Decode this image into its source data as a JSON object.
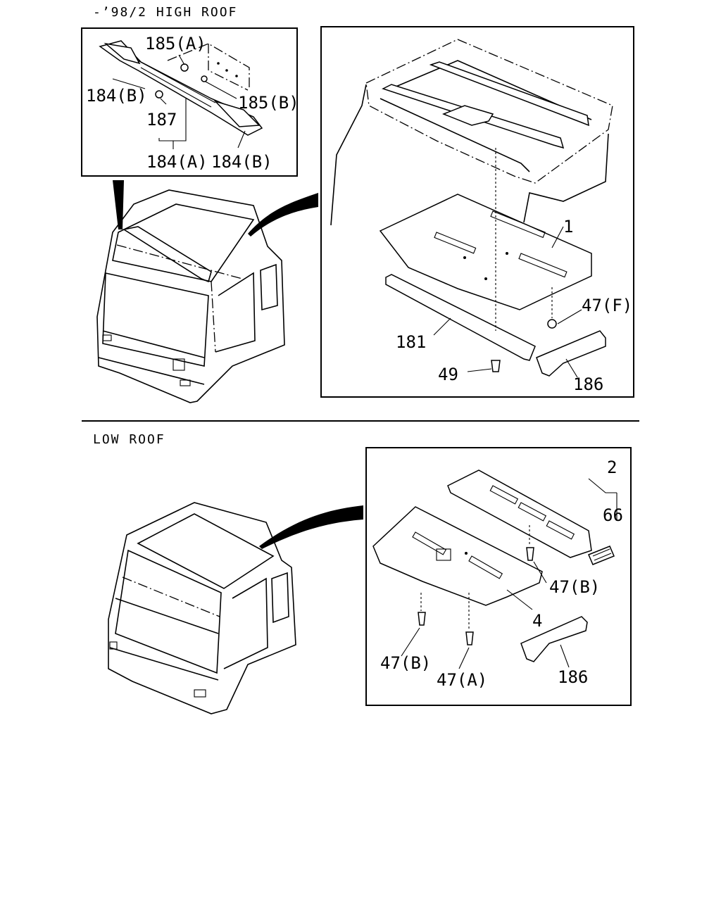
{
  "sections": {
    "high_roof_title": "-’98/2 HIGH ROOF",
    "low_roof_title": "LOW ROOF"
  },
  "callouts": {
    "c185a": "185(A)",
    "c184b_top": "184(B)",
    "c185b": "185(B)",
    "c187": "187",
    "c184a": "184(A)",
    "c184b_bottom": "184(B)",
    "c1": "1",
    "c47f": "47(F)",
    "c181": "181",
    "c49": "49",
    "c186_top": "186",
    "c2": "2",
    "c66": "66",
    "c47b_right": "47(B)",
    "c4": "4",
    "c47b_left": "47(B)",
    "c47a": "47(A)",
    "c186_bottom": "186"
  }
}
